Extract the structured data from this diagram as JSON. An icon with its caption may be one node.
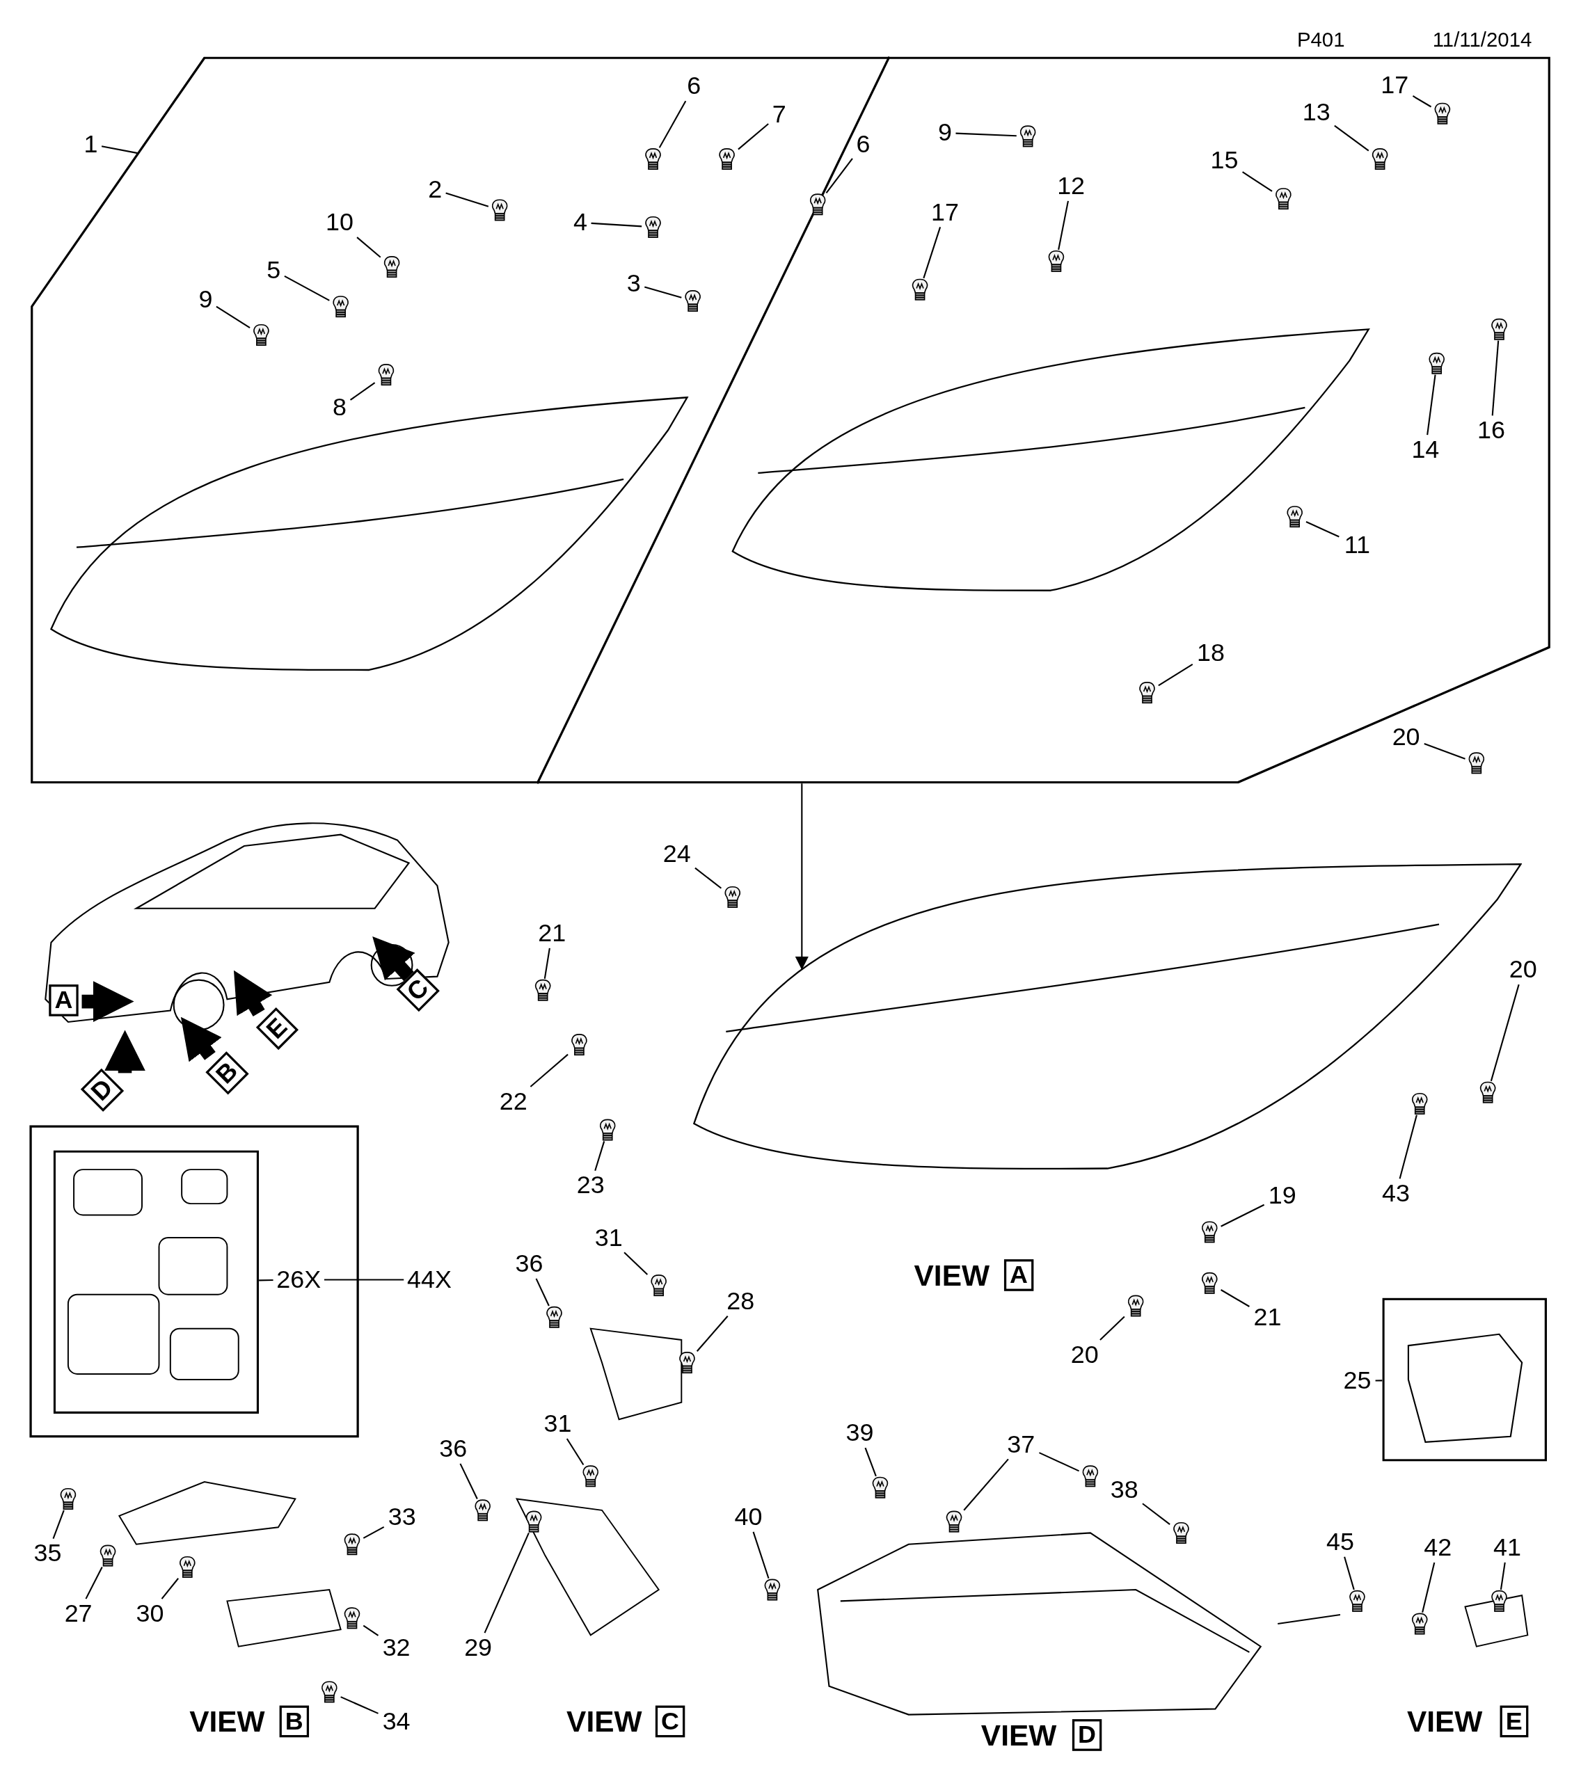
{
  "diagram": {
    "nodes": [
      {
        "text": [],
        "shape": "box"
      },
      {
        "text": [
          "1"
        ]
      },
      {
        "text": [
          "6"
        ],
        "in": 0
      },
      {
        "text": [
          "17"
        ],
        "in": 0
      },
      {
        "text": [
          "7"
        ],
        "in": 0
      },
      {
        "text": [
          "13"
        ],
        "in": 0
      },
      {
        "text": [
          "9"
        ],
        "in": 0
      },
      {
        "text": [
          "6"
        ],
        "in": 0
      },
      {
        "text": [
          "15"
        ],
        "in": 0
      },
      {
        "text": [
          "12"
        ],
        "in": 0
      },
      {
        "text": [
          "2"
        ],
        "in": 0
      },
      {
        "text": [
          "17"
        ],
        "in": 0
      },
      {
        "text": [
          "4"
        ],
        "in": 0
      },
      {
        "text": [
          "10"
        ],
        "in": 0
      },
      {
        "text": [
          "5"
        ],
        "in": 0
      },
      {
        "text": [
          "3"
        ],
        "in": 0
      },
      {
        "text": [
          "9"
        ],
        "in": 0
      },
      {
        "text": [
          "8"
        ],
        "in": 0
      },
      {
        "text": [
          "16"
        ],
        "in": 0
      },
      {
        "text": [
          "14"
        ],
        "in": 0
      },
      {
        "text": [
          "11"
        ],
        "in": 0
      },
      {
        "text": [
          "18"
        ],
        "in": 0
      },
      {
        "text": [],
        "shape": "picture"
      },
      {
        "text": [
          "20"
        ]
      },
      {
        "text": [
          "24"
        ]
      },
      {
        "text": [
          "21"
        ]
      },
      {
        "text": [
          "20"
        ]
      },
      {
        "text": [
          "22"
        ]
      },
      {
        "text": [
          "23"
        ]
      },
      {
        "text": [
          "43"
        ]
      },
      {
        "text": [
          "19"
        ]
      },
      {
        "text": [],
        "shape": "box"
      },
      {
        "text": [
          "26X"
        ]
      },
      {
        "text": [
          "44X"
        ]
      },
      {
        "text": [
          "36"
        ]
      },
      {
        "text": [
          "31"
        ]
      },
      {
        "text": [
          "28"
        ]
      },
      {
        "text": [
          "21"
        ]
      },
      {
        "text": [
          "20"
        ]
      },
      {
        "text": [],
        "shape": "box"
      },
      {
        "text": [
          "25"
        ]
      },
      {
        "text": [
          "36"
        ]
      },
      {
        "text": [
          "31"
        ]
      },
      {
        "text": [
          "39"
        ]
      },
      {
        "text": [
          "37"
        ]
      },
      {
        "text": [
          "38"
        ]
      },
      {
        "text": [
          "33"
        ]
      },
      {
        "text": [
          "40"
        ]
      },
      {
        "text": [
          "45"
        ]
      },
      {
        "text": [
          "42"
        ]
      },
      {
        "text": [
          "41"
        ]
      },
      {
        "text": [
          "35"
        ]
      },
      {
        "text": [
          "27"
        ]
      },
      {
        "text": [
          "30"
        ]
      },
      {
        "text": [
          "32"
        ]
      },
      {
        "text": [
          "29"
        ]
      },
      {
        "text": [
          "34"
        ]
      },
      {
        "text": [],
        "shape": "picture",
        "in": 0
      },
      {
        "text": [],
        "shape": "picture",
        "in": 0
      },
      {
        "text": [],
        "shape": "picture",
        "in": 0
      },
      {
        "text": [],
        "shape": "picture",
        "in": 0
      },
      {
        "text": [],
        "shape": "picture",
        "in": 0
      },
      {
        "text": [],
        "shape": "picture",
        "in": 0
      },
      {
        "text": [],
        "shape": "picture",
        "in": 0
      },
      {
        "text": [],
        "shape": "picture",
        "in": 0
      },
      {
        "text": [],
        "shape": "picture",
        "in": 0
      },
      {
        "text": [],
        "shape": "picture",
        "in": 0
      },
      {
        "text": [],
        "shape": "picture",
        "in": 0
      },
      {
        "text": [],
        "shape": "picture",
        "in": 0
      },
      {
        "text": [],
        "shape": "picture",
        "in": 0
      },
      {
        "text": [],
        "shape": "picture",
        "in": 0
      },
      {
        "text": [],
        "shape": "picture",
        "in": 0
      },
      {
        "text": [],
        "shape": "picture",
        "in": 0
      },
      {
        "text": [],
        "shape": "picture",
        "in": 0
      },
      {
        "text": [],
        "shape": "picture",
        "in": 0
      },
      {
        "text": [],
        "shape": "picture",
        "in": 0
      },
      {
        "text": [],
        "shape": "picture",
        "in": 0
      },
      {
        "text": [],
        "shape": "picture"
      },
      {
        "text": [],
        "shape": "picture"
      },
      {
        "text": [],
        "shape": "picture"
      },
      {
        "text": [],
        "shape": "picture"
      },
      {
        "text": [],
        "shape": "picture"
      },
      {
        "text": [],
        "shape": "picture"
      },
      {
        "text": [],
        "shape": "picture"
      },
      {
        "text": [],
        "shape": "picture"
      },
      {
        "text": [],
        "shape": "picture"
      },
      {
        "text": [],
        "shape": "picture"
      },
      {
        "text": [],
        "shape": "picture"
      },
      {
        "text": [],
        "shape": "picture"
      },
      {
        "text": [],
        "shape": "picture"
      },
      {
        "text": [],
        "shape": "picture"
      },
      {
        "text": [],
        "shape": "picture"
      },
      {
        "text": [],
        "shape": "picture"
      },
      {
        "text": [],
        "shape": "picture"
      },
      {
        "text": [],
        "shape": "picture"
      },
      {
        "text": [],
        "shape": "picture"
      },
      {
        "text": [],
        "shape": "picture"
      },
      {
        "text": [],
        "shape": "picture"
      },
      {
        "text": [],
        "shape": "picture"
      },
      {
        "text": [],
        "shape": "picture"
      },
      {
        "text": [],
        "shape": "picture"
      },
      {
        "text": [],
        "shape": "picture"
      },
      {
        "text": [],
        "shape": "picture"
      },
      {
        "text": [],
        "shape": "picture"
      },
      {
        "text": [],
        "shape": "picture"
      },
      {
        "text": [],
        "shape": "picture"
      },
      {
        "text": [],
        "shape": "picture"
      }
    ],
    "edges": [
      {
        "from": 1,
        "to": 0,
        "arrow": "none"
      },
      {
        "from": 0,
        "to": 22,
        "arrow": "to"
      },
      {
        "from": 2,
        "to": 57,
        "arrow": "none"
      },
      {
        "from": 3,
        "to": 58,
        "arrow": "none"
      },
      {
        "from": 4,
        "to": 59,
        "arrow": "none"
      },
      {
        "from": 5,
        "to": 60,
        "arrow": "none"
      },
      {
        "from": 6,
        "to": 61,
        "arrow": "none"
      },
      {
        "from": 7,
        "to": 62,
        "arrow": "none"
      },
      {
        "from": 8,
        "to": 63,
        "arrow": "none"
      },
      {
        "from": 9,
        "to": 64,
        "arrow": "none"
      },
      {
        "from": 10,
        "to": 65,
        "arrow": "none"
      },
      {
        "from": 11,
        "to": 66,
        "arrow": "none"
      },
      {
        "from": 12,
        "to": 67,
        "arrow": "none"
      },
      {
        "from": 13,
        "to": 68,
        "arrow": "none"
      },
      {
        "from": 14,
        "to": 69,
        "arrow": "none"
      },
      {
        "from": 15,
        "to": 70,
        "arrow": "none"
      },
      {
        "from": 16,
        "to": 71,
        "arrow": "none"
      },
      {
        "from": 17,
        "to": 72,
        "arrow": "none"
      },
      {
        "from": 18,
        "to": 73,
        "arrow": "none"
      },
      {
        "from": 19,
        "to": 74,
        "arrow": "none"
      },
      {
        "from": 20,
        "to": 75,
        "arrow": "none"
      },
      {
        "from": 21,
        "to": 76,
        "arrow": "none"
      },
      {
        "from": 23,
        "to": 77,
        "arrow": "none"
      },
      {
        "from": 24,
        "to": 78,
        "arrow": "none"
      },
      {
        "from": 25,
        "to": 79,
        "arrow": "none"
      },
      {
        "from": 26,
        "to": 80,
        "arrow": "none"
      },
      {
        "from": 27,
        "to": 81,
        "arrow": "none"
      },
      {
        "from": 28,
        "to": 82,
        "arrow": "none"
      },
      {
        "from": 29,
        "to": 83,
        "arrow": "none"
      },
      {
        "from": 30,
        "to": 84,
        "arrow": "none"
      },
      {
        "from": 32,
        "to": 31,
        "arrow": "none"
      },
      {
        "from": 33,
        "to": 32,
        "arrow": "none"
      },
      {
        "from": 34,
        "to": 85,
        "arrow": "none"
      },
      {
        "from": 35,
        "to": 86,
        "arrow": "none"
      },
      {
        "from": 36,
        "to": 87,
        "arrow": "none"
      },
      {
        "from": 37,
        "to": 88,
        "arrow": "none"
      },
      {
        "from": 38,
        "to": 89,
        "arrow": "none"
      },
      {
        "from": 40,
        "to": 39,
        "arrow": "none"
      },
      {
        "from": 41,
        "to": 90,
        "arrow": "none"
      },
      {
        "from": 42,
        "to": 91,
        "arrow": "none"
      },
      {
        "from": 43,
        "to": 92,
        "arrow": "none"
      },
      {
        "from": 44,
        "to": 93,
        "arrow": "none"
      },
      {
        "from": 44,
        "to": 94,
        "arrow": "none"
      },
      {
        "from": 45,
        "to": 95,
        "arrow": "none"
      },
      {
        "from": 46,
        "to": 96,
        "arrow": "none"
      },
      {
        "from": 47,
        "to": 97,
        "arrow": "none"
      },
      {
        "from": 48,
        "to": 98,
        "arrow": "none"
      },
      {
        "from": 49,
        "to": 99,
        "arrow": "none"
      },
      {
        "from": 50,
        "to": 100,
        "arrow": "none"
      },
      {
        "from": 51,
        "to": 101,
        "arrow": "none"
      },
      {
        "from": 52,
        "to": 102,
        "arrow": "none"
      },
      {
        "from": 53,
        "to": 103,
        "arrow": "none"
      },
      {
        "from": 54,
        "to": 104,
        "arrow": "none"
      },
      {
        "from": 55,
        "to": 105,
        "arrow": "none"
      },
      {
        "from": 56,
        "to": 106,
        "arrow": "none"
      }
    ],
    "labels": [
      "P401",
      "11/11/2014",
      "C",
      "A",
      "E",
      "B",
      "D",
      "VIEW",
      "A",
      "VIEW",
      "B",
      "VIEW",
      "C",
      "VIEW",
      "D",
      "VIEW",
      "E"
    ]
  }
}
